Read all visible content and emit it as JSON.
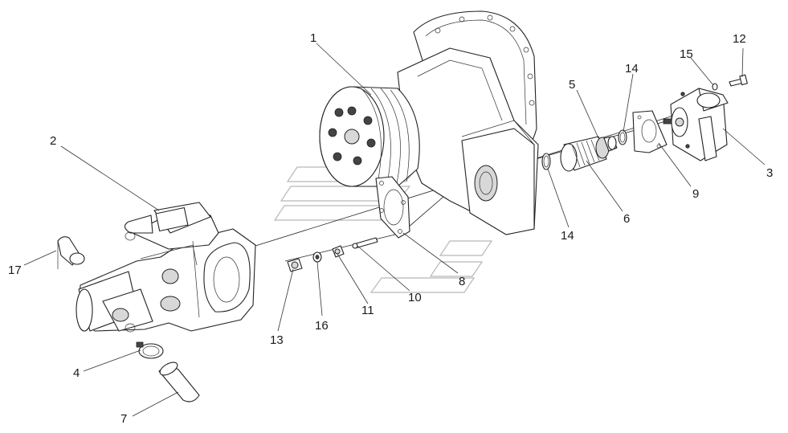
{
  "callouts": [
    {
      "id": "1",
      "text": "1"
    },
    {
      "id": "2",
      "text": "2"
    },
    {
      "id": "3",
      "text": "3"
    },
    {
      "id": "4",
      "text": "4"
    },
    {
      "id": "5",
      "text": "5"
    },
    {
      "id": "6",
      "text": "6"
    },
    {
      "id": "7",
      "text": "7"
    },
    {
      "id": "8",
      "text": "8"
    },
    {
      "id": "9",
      "text": "9"
    },
    {
      "id": "10",
      "text": "10"
    },
    {
      "id": "11",
      "text": "11"
    },
    {
      "id": "12",
      "text": "12"
    },
    {
      "id": "13",
      "text": "13"
    },
    {
      "id": "14a",
      "text": "14"
    },
    {
      "id": "14b",
      "text": "14"
    },
    {
      "id": "15",
      "text": "15"
    },
    {
      "id": "16",
      "text": "16"
    },
    {
      "id": "17",
      "text": "17"
    }
  ],
  "colors": {
    "line": "#222222",
    "background": "#ffffff",
    "watermark": "#cccccc"
  }
}
